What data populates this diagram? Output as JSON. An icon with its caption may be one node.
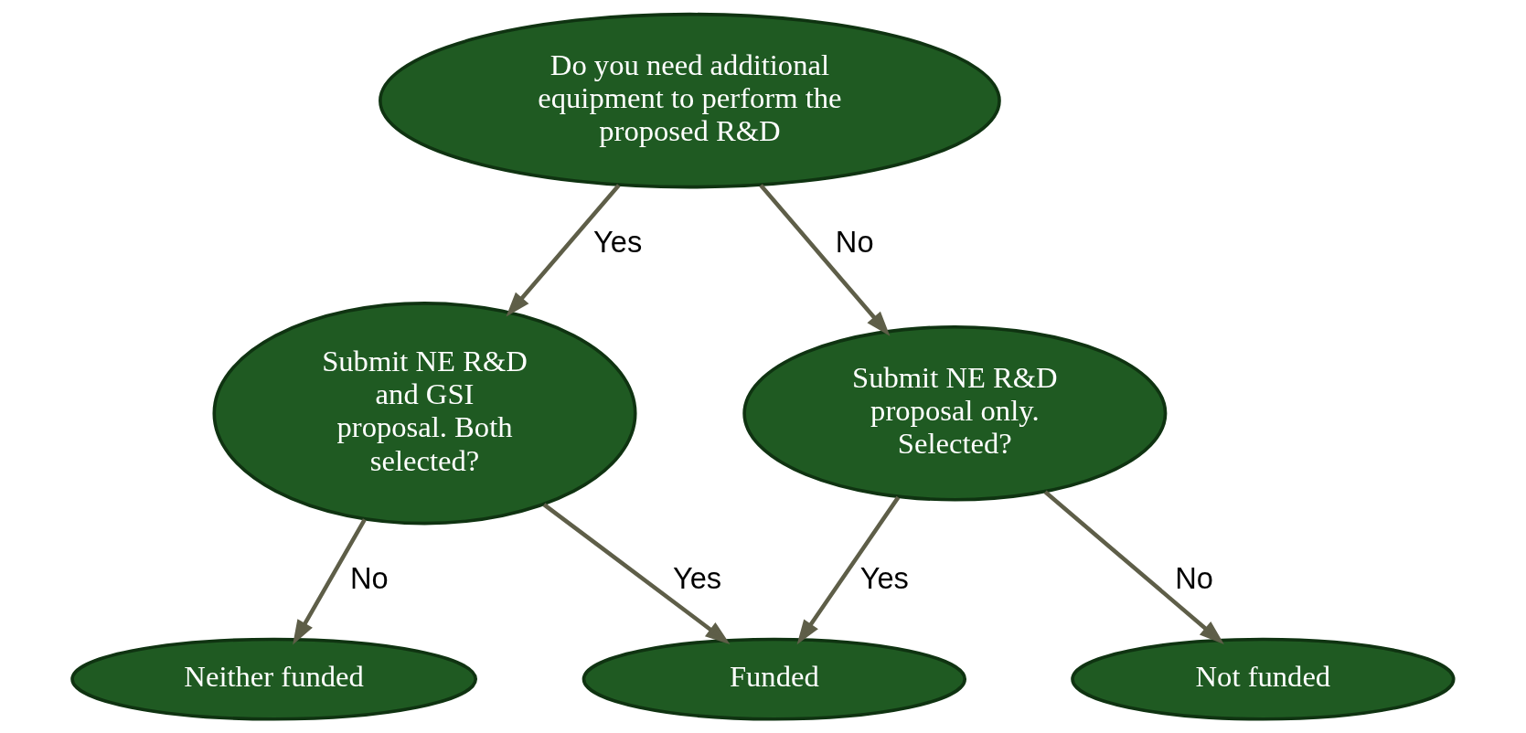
{
  "diagram": {
    "nodes": [
      {
        "text": [
          "Do you need additional equipment to perform the proposed R&D"
        ]
      },
      {
        "text": [
          "Submit NE R&D and GSI proposal. Both selected?"
        ]
      },
      {
        "text": [
          "Submit NE R&D proposal only. Selected?"
        ]
      },
      {
        "text": [
          "Funded"
        ]
      },
      {
        "text": [
          "Neither funded"
        ]
      },
      {
        "text": [
          "Not funded"
        ]
      }
    ],
    "edges": [
      {
        "from": 0,
        "to": 1,
        "arrow": "to",
        "label": "Yes"
      },
      {
        "from": 0,
        "to": 2,
        "arrow": "to",
        "label": "No"
      },
      {
        "from": 1,
        "to": 3,
        "arrow": "to",
        "label": "Yes"
      },
      {
        "from": 2,
        "to": 3,
        "arrow": "to",
        "label": "Yes"
      },
      {
        "from": 1,
        "to": 4,
        "arrow": "to",
        "label": "No"
      },
      {
        "from": 2,
        "to": 5,
        "arrow": "to",
        "label": "No"
      }
    ]
  }
}
